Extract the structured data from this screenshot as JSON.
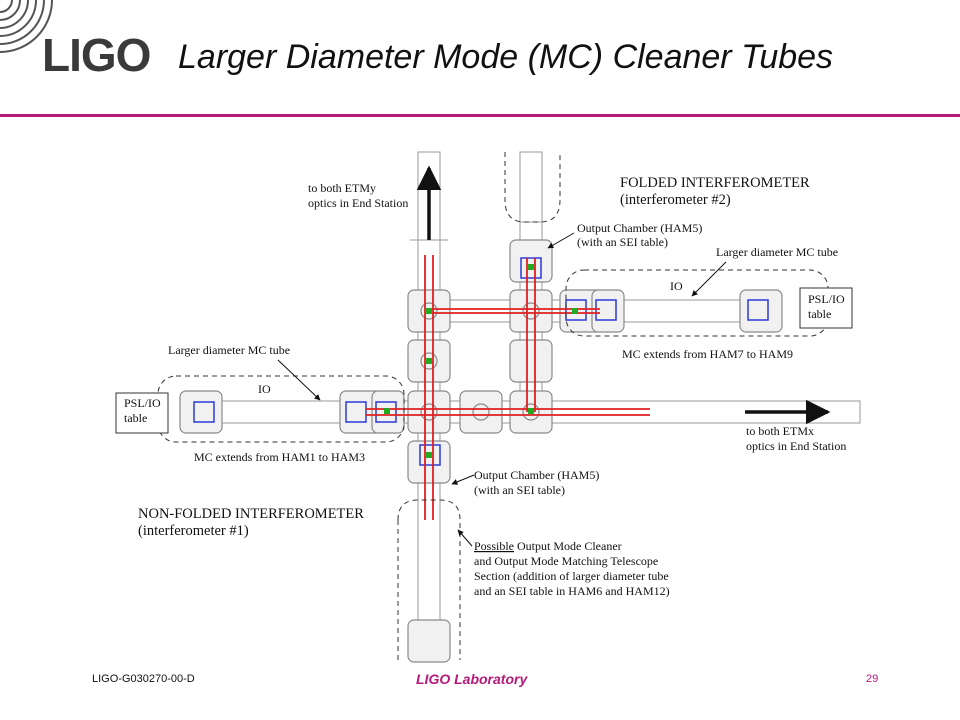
{
  "header": {
    "logo_text": "LIGO",
    "title": "Larger Diameter Mode (MC) Cleaner Tubes"
  },
  "colors": {
    "accent": "#b5197a",
    "beam": "#e02020",
    "optic": "#2a3bd6",
    "mirror": "#22aa22",
    "equipment": "#9a9a9a"
  },
  "diagram": {
    "to_etmy": [
      "to both ETMy",
      "optics in End Station"
    ],
    "folded_title": [
      "FOLDED INTERFEROMETER",
      "(interferometer #2)"
    ],
    "output_chamber_top": [
      "Output Chamber (HAM5)",
      "(with an SEI table)"
    ],
    "mc_tube_right": "Larger diameter MC tube",
    "io_right": "IO",
    "psl_right": [
      "PSL/IO",
      "table"
    ],
    "mc_extends_right": "MC extends from HAM7 to HAM9",
    "mc_tube_left": "Larger diameter MC tube",
    "io_left": "IO",
    "psl_left": [
      "PSL/IO",
      "table"
    ],
    "mc_extends_left": "MC extends from HAM1 to HAM3",
    "to_etmx": [
      "to both ETMx",
      "optics in End Station"
    ],
    "output_chamber_bottom": [
      "Output Chamber (HAM5)",
      "(with an SEI table)"
    ],
    "nonfolded_title": [
      "NON-FOLDED INTERFEROMETER",
      "(interferometer #1)"
    ],
    "possible_word": "Possible",
    "possible_rest": " Output Mode Cleaner",
    "possible_lines": [
      "and Output Mode Matching Telescope",
      "Section (addition of larger diameter tube",
      "and an SEI table in HAM6 and HAM12)"
    ]
  },
  "footer": {
    "doc_id": "LIGO-G030270-00-D",
    "lab": "LIGO Laboratory",
    "page": "29"
  }
}
